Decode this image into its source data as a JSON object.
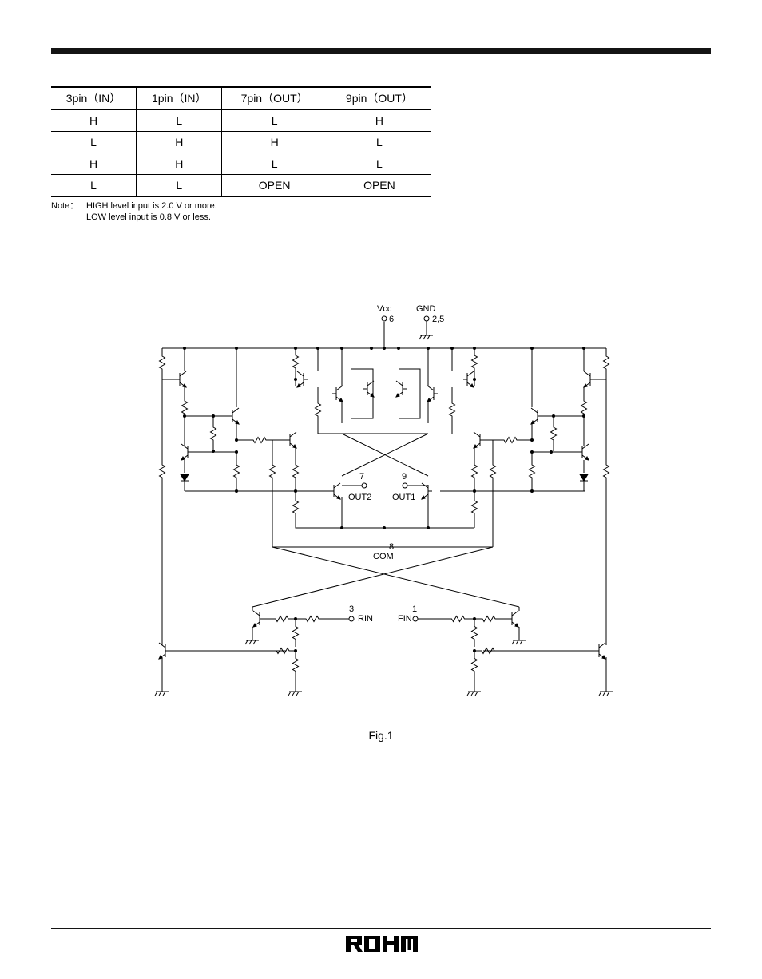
{
  "table": {
    "headers": [
      "3pin（IN）",
      "1pin（IN）",
      "7pin（OUT）",
      "9pin（OUT）"
    ],
    "rows": [
      [
        "H",
        "L",
        "L",
        "H"
      ],
      [
        "L",
        "H",
        "H",
        "L"
      ],
      [
        "H",
        "H",
        "L",
        "L"
      ],
      [
        "L",
        "L",
        "OPEN",
        "OPEN"
      ]
    ]
  },
  "note": {
    "label": "Note：",
    "lines": [
      "HIGH level input is 2.0 V or more.",
      "LOW level input is 0.8 V or less."
    ]
  },
  "schematic": {
    "vcc_label": "Vcc",
    "vcc_pin": "6",
    "gnd_label": "GND",
    "gnd_pin": "2,5",
    "out2_pin": "7",
    "out2_label": "OUT2",
    "out1_pin": "9",
    "out1_label": "OUT1",
    "com_pin": "8",
    "com_label": "COM",
    "rin_pin": "3",
    "rin_label": "RIN",
    "fin_pin": "1",
    "fin_label": "FIN"
  },
  "figure_caption": "Fig.1",
  "logo_text": "ROHM"
}
